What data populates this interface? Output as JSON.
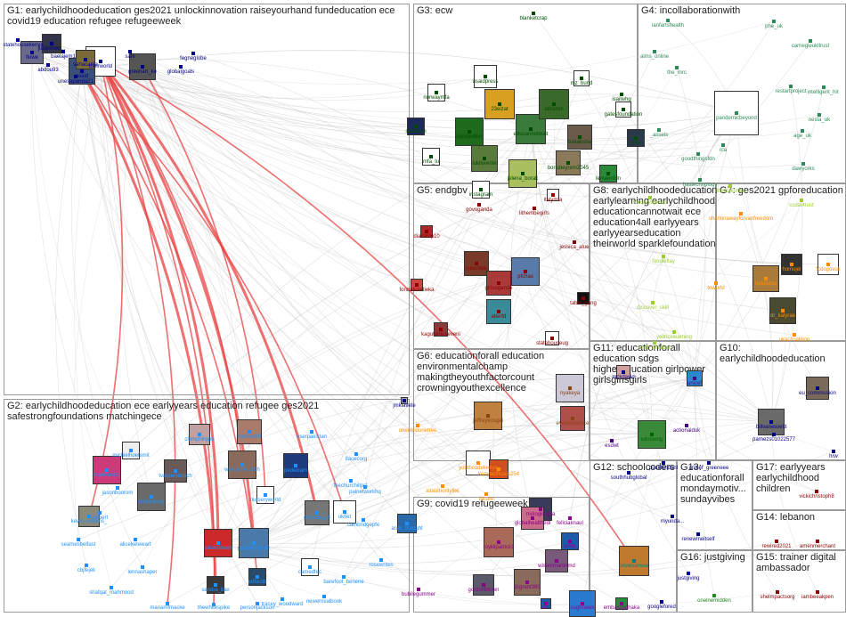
{
  "colors": {
    "edge": "#c8c8c8",
    "edge_strong": "#e84040",
    "group_border": "#9a9a9a"
  },
  "groups": [
    {
      "id": "G1",
      "title": "G1: earlychildhoodeducation ges2021 unlockinnovation raiseyourhand fundeducation ece covid19 education refugee refugeeweek"
    },
    {
      "id": "G2",
      "title": "G2: earlychildhoodeducation ece earlyyears education refugee ges2021 safestrongfoundations matchingece"
    },
    {
      "id": "G3",
      "title": "G3: ecw"
    },
    {
      "id": "G4",
      "title": "G4: incollaborationwith"
    },
    {
      "id": "G5",
      "title": "G5: endgbv"
    },
    {
      "id": "G6",
      "title": "G6: educationforall education environmentalchamp makingtheyouthfactorcount crowningyouthexcellence"
    },
    {
      "id": "G7",
      "title": "G7: ges2021 gpforeducation"
    },
    {
      "id": "G8",
      "title": "G8: earlychildhoodeducation earlylearning earlychildhood educationcannotwait ece education4all earlyyears earlyyearseducation theirworld sparklefoundation"
    },
    {
      "id": "G9",
      "title": "G9: covid19 refugeeweek"
    },
    {
      "id": "G10",
      "title": "G10: earlychildhoodeducation"
    },
    {
      "id": "G11",
      "title": "G11: educationforall education sdgs highereducation girlpower girlsgirlsgirls"
    },
    {
      "id": "G12",
      "title": "G12: schoolcoders"
    },
    {
      "id": "G13",
      "title": "G13: educationforall mondaymotiv... sundayvibes"
    },
    {
      "id": "G14",
      "title": "G14: lebanon"
    },
    {
      "id": "G15",
      "title": "G15: trainer digital ambassador"
    },
    {
      "id": "G16",
      "title": "G16: justgiving"
    },
    {
      "id": "G17",
      "title": "G17: earlyyears earlychildhood children"
    }
  ],
  "nodes": [
    {
      "label": "theirworld",
      "color": "#00008b"
    },
    {
      "label": "statehousekenya",
      "color": "#00008b"
    },
    {
      "label": "flowe",
      "color": "#00008b"
    },
    {
      "label": "justinmen...",
      "color": "#00008b"
    },
    {
      "label": "baelajem1",
      "color": "#00008b"
    },
    {
      "label": "abdou93",
      "color": "#00008b"
    },
    {
      "label": "usaid",
      "color": "#00008b"
    },
    {
      "label": "unesapanda21",
      "color": "#00008b"
    },
    {
      "label": "sahacarka",
      "color": "#00008b"
    },
    {
      "label": "greenart_ke",
      "color": "#00008b"
    },
    {
      "label": "globalgoals",
      "color": "#00008b"
    },
    {
      "label": "fegneglobe",
      "color": "#00008b"
    },
    {
      "label": "safe",
      "color": "#00008b"
    },
    {
      "label": "norwaymfa",
      "color": "#004d00"
    },
    {
      "label": "usaidpress",
      "color": "#004d00"
    },
    {
      "label": "stateprm",
      "color": "#004d00"
    },
    {
      "label": "mfa_lu",
      "color": "#004d00"
    },
    {
      "label": "kabilaobbo",
      "color": "#004d00"
    },
    {
      "label": "lukilorente",
      "color": "#004d00"
    },
    {
      "label": "23eizat",
      "color": "#004d00"
    },
    {
      "label": "educannotwait",
      "color": "#004d00"
    },
    {
      "label": "abriphin",
      "color": "#004d00"
    },
    {
      "label": "mz_bund",
      "color": "#004d00"
    },
    {
      "label": "blanketcrap",
      "color": "#004d00"
    },
    {
      "label": "gatesfoundation",
      "color": "#004d00"
    },
    {
      "label": "bakabsha",
      "color": "#004d00"
    },
    {
      "label": "dfat",
      "color": "#004d00"
    },
    {
      "label": "borisbeyrem2045",
      "color": "#004d00"
    },
    {
      "label": "jelena_borak",
      "color": "#004d00"
    },
    {
      "label": "lemannfdn",
      "color": "#004d00"
    },
    {
      "label": "isailwhg",
      "color": "#004d00"
    },
    {
      "label": "instagram",
      "color": "#004d00"
    },
    {
      "label": "ianfartshealth",
      "color": "#2e8b57"
    },
    {
      "label": "phe_uk",
      "color": "#2e8b57"
    },
    {
      "label": "carnegieukltrust",
      "color": "#2e8b57"
    },
    {
      "label": "aims_online",
      "color": "#2e8b57"
    },
    {
      "label": "the_mrc",
      "color": "#2e8b57"
    },
    {
      "label": "restartproject",
      "color": "#2e8b57"
    },
    {
      "label": "intelligent_hit",
      "color": "#2e8b57"
    },
    {
      "label": "pandemicbeyond",
      "color": "#2e8b57"
    },
    {
      "label": "nesta_uk",
      "color": "#2e8b57"
    },
    {
      "label": "age_uk",
      "color": "#2e8b57"
    },
    {
      "label": "rca",
      "color": "#2e8b57"
    },
    {
      "label": "goodthingsfdn",
      "color": "#2e8b57"
    },
    {
      "label": "dawyorks",
      "color": "#2e8b57"
    },
    {
      "label": "hastechnology",
      "color": "#2e8b57"
    },
    {
      "label": "_assets",
      "color": "#2e8b57"
    },
    {
      "label": "govuganda",
      "color": "#8b0000"
    },
    {
      "label": "italymfa",
      "color": "#8b0000"
    },
    {
      "label": "lithembegirls",
      "color": "#8b0000"
    },
    {
      "label": "diakatop10",
      "color": "#8b0000"
    },
    {
      "label": "jessica_alue",
      "color": "#8b0000"
    },
    {
      "label": "iseeckbe",
      "color": "#8b0000"
    },
    {
      "label": "girlsugande",
      "color": "#8b0000"
    },
    {
      "label": "alterfd",
      "color": "#8b0000"
    },
    {
      "label": "pfchax",
      "color": "#8b0000"
    },
    {
      "label": "fondationdieka",
      "color": "#8b0000"
    },
    {
      "label": "table_gang",
      "color": "#8b0000"
    },
    {
      "label": "kagutamuseveni",
      "color": "#8b0000"
    },
    {
      "label": "statehouseug",
      "color": "#8b0000"
    },
    {
      "label": "jeffreykosgei",
      "color": "#8b4513"
    },
    {
      "label": "nyakeya",
      "color": "#8b4513"
    },
    {
      "label": "evoiceofafrice",
      "color": "#8b4513"
    },
    {
      "label": "onechildonetree",
      "color": "#ff8c00"
    },
    {
      "label": "youthcodekenya",
      "color": "#ff8c00"
    },
    {
      "label": "kenyaofficials254",
      "color": "#ff8c00"
    },
    {
      "label": "ictauthoritytke",
      "color": "#ff8c00"
    },
    {
      "label": "ibcafe",
      "color": "#ff8c00"
    },
    {
      "label": "jmklavete",
      "color": "#00008b"
    },
    {
      "label": "foodandgenes",
      "color": "#9acd32"
    },
    {
      "label": "foodieflay",
      "color": "#9acd32"
    },
    {
      "label": "discover_skill",
      "color": "#9acd32"
    },
    {
      "label": "yellricelearning",
      "color": "#9acd32"
    },
    {
      "label": "chef_amalisa",
      "color": "#9acd32"
    },
    {
      "label": "shetkakshiks",
      "color": "#9acd32"
    },
    {
      "label": "ccdavtrust",
      "color": "#9acd32"
    },
    {
      "label": "sharlonawayforvanfreedom",
      "color": "#ff8c00"
    },
    {
      "label": "toworld",
      "color": "#ff8c00"
    },
    {
      "label": "homojel",
      "color": "#ff8c00"
    },
    {
      "label": "fcdogovuk",
      "color": "#ff8c00"
    },
    {
      "label": "hafalatou",
      "color": "#ff8c00"
    },
    {
      "label": "dr_kalyrae",
      "color": "#ff8c00"
    },
    {
      "label": "ukaccoalition",
      "color": "#ff8c00"
    },
    {
      "label": "marikanik1",
      "color": "#1e90ff"
    },
    {
      "label": "michielhoefsmit",
      "color": "#1e90ff"
    },
    {
      "label": "clarkphilippa",
      "color": "#1e90ff"
    },
    {
      "label": "shukes69",
      "color": "#1e90ff"
    },
    {
      "label": "eserpakistan",
      "color": "#1e90ff"
    },
    {
      "label": "tvandenbosch",
      "color": "#1e90ff"
    },
    {
      "label": "winnycherotich",
      "color": "#1e90ff"
    },
    {
      "label": "pedelcam",
      "color": "#1e90ff"
    },
    {
      "label": "itacecorg",
      "color": "#1e90ff"
    },
    {
      "label": "jasonboorom",
      "color": "#1e90ff"
    },
    {
      "label": "mnekabug",
      "color": "#1e90ff"
    },
    {
      "label": "nurseryworld",
      "color": "#1e90ff"
    },
    {
      "label": "thechurchillpr1",
      "color": "#1e90ff"
    },
    {
      "label": "palnetworkhq",
      "color": "#1e90ff"
    },
    {
      "label": "kevin_watkins_",
      "color": "#1e90ff"
    },
    {
      "label": "jebbert",
      "color": "#1e90ff"
    },
    {
      "label": "drdudley13",
      "color": "#1e90ff"
    },
    {
      "label": "ukfiet",
      "color": "#1e90ff"
    },
    {
      "label": "cambridgepfe",
      "color": "#1e90ff"
    },
    {
      "label": "seamesbelfast",
      "color": "#1e90ff"
    },
    {
      "label": "aliceketewart",
      "color": "#1e90ff"
    },
    {
      "label": "sarahbrown",
      "color": "#1e90ff"
    },
    {
      "label": "paulinemrose",
      "color": "#1e90ff"
    },
    {
      "label": "rosewrites",
      "color": "#1e90ff"
    },
    {
      "label": "cbjfejek",
      "color": "#1e90ff"
    },
    {
      "label": "lennashaper",
      "color": "#1e90ff"
    },
    {
      "label": "camedfec",
      "color": "#1e90ff"
    },
    {
      "label": "barefoot_benene",
      "color": "#1e90ff"
    },
    {
      "label": "shafqat_mahmood",
      "color": "#1e90ff"
    },
    {
      "label": "sandra_bax",
      "color": "#1e90ff"
    },
    {
      "label": "edfaclib",
      "color": "#1e90ff"
    },
    {
      "label": "newernvalbook",
      "color": "#1e90ff"
    },
    {
      "label": "mariamfmacke",
      "color": "#1e90ff"
    },
    {
      "label": "thewhitespike",
      "color": "#1e90ff"
    },
    {
      "label": "personjackson",
      "color": "#1e90ff"
    },
    {
      "label": "tracey_woodward",
      "color": "#1e90ff"
    },
    {
      "label": "arab_thought",
      "color": "#1e90ff"
    },
    {
      "label": "bubilegummer",
      "color": "#8b008b"
    },
    {
      "label": "mologkenya",
      "color": "#8b008b"
    },
    {
      "label": "globalhealthedl",
      "color": "#8b008b"
    },
    {
      "label": "feliciaknaul",
      "color": "#8b008b"
    },
    {
      "label": "roykilpatrick1",
      "color": "#8b008b"
    },
    {
      "label": "undp",
      "color": "#8b008b"
    },
    {
      "label": "wiseinmartinmd",
      "color": "#8b008b"
    },
    {
      "label": "gordonbrown",
      "color": "#8b008b"
    },
    {
      "label": "lizgrant360",
      "color": "#8b008b"
    },
    {
      "label": "cughnews",
      "color": "#8b008b"
    },
    {
      "label": "un",
      "color": "#8b008b"
    },
    {
      "label": "embassydhaka",
      "color": "#8b008b"
    },
    {
      "label": "edutaeng",
      "color": "#006400"
    },
    {
      "label": "actionaiduk",
      "color": "#4b0082"
    },
    {
      "label": "esdwt",
      "color": "#4b0082"
    },
    {
      "label": "unicef",
      "color": "#4b0082"
    },
    {
      "label": "eu_commission",
      "color": "#00008b"
    },
    {
      "label": "billvanesveld",
      "color": "#00008b"
    },
    {
      "label": "hrw",
      "color": "#00008b"
    },
    {
      "label": "parnezs01022577",
      "color": "#00008b"
    },
    {
      "label": "unicef_greeneee",
      "color": "#00008b"
    },
    {
      "label": "mckdavid",
      "color": "#00008b"
    },
    {
      "label": "pucklandunl",
      "color": "#00008b"
    },
    {
      "label": "southhubglobal",
      "color": "#00008b"
    },
    {
      "label": "pevelsanwar",
      "color": "#008080"
    },
    {
      "label": "googlefored",
      "color": "#00008b"
    },
    {
      "label": "renewmeitself",
      "color": "#00008b"
    },
    {
      "label": "myunda...",
      "color": "#00008b"
    },
    {
      "label": "justgiving",
      "color": "#00008b"
    },
    {
      "label": "onelnemidden",
      "color": "#228b22"
    },
    {
      "label": "vickichristoph8",
      "color": "#8b0000"
    },
    {
      "label": "rewired2021",
      "color": "#8b0000"
    },
    {
      "label": "amenmerchant",
      "color": "#8b0000"
    },
    {
      "label": "shelmpactsorg",
      "color": "#8b0000"
    },
    {
      "label": "iambeeakpen",
      "color": "#8b0000"
    }
  ]
}
